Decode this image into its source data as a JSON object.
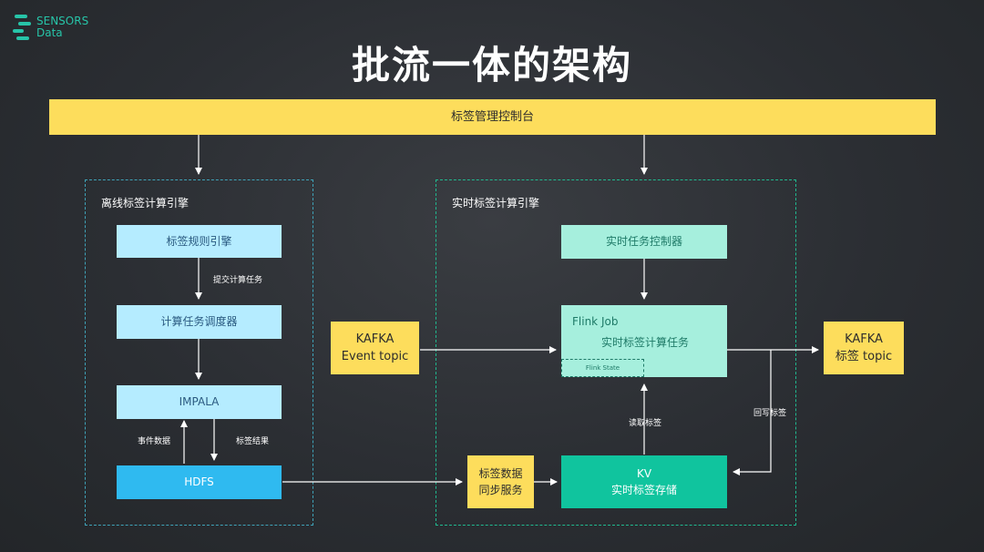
{
  "logo": {
    "line1": "SENSORS",
    "line2": "Data"
  },
  "title": "批流一体的架构",
  "nodes": {
    "console": "标签管理控制台",
    "offline_region": "离线标签计算引擎",
    "realtime_region": "实时标签计算引擎",
    "rule_engine": "标签规则引擎",
    "scheduler": "计算任务调度器",
    "impala": "IMPALA",
    "hdfs": "HDFS",
    "kafka_event_1": "KAFKA",
    "kafka_event_2": "Event topic",
    "rt_controller": "实时任务控制器",
    "flink_job": "Flink Job",
    "rt_task": "实时标签计算任务",
    "flink_state": "Flink State",
    "kafka_tag_1": "KAFKA",
    "kafka_tag_2": "标签 topic",
    "sync_1": "标签数据",
    "sync_2": "同步服务",
    "kv_1": "KV",
    "kv_2": "实时标签存储"
  },
  "edges": {
    "submit_task": "提交计算任务",
    "event_data": "事件数据",
    "tag_result": "标签结果",
    "read_tag": "读取标签",
    "write_back": "回写标签"
  }
}
